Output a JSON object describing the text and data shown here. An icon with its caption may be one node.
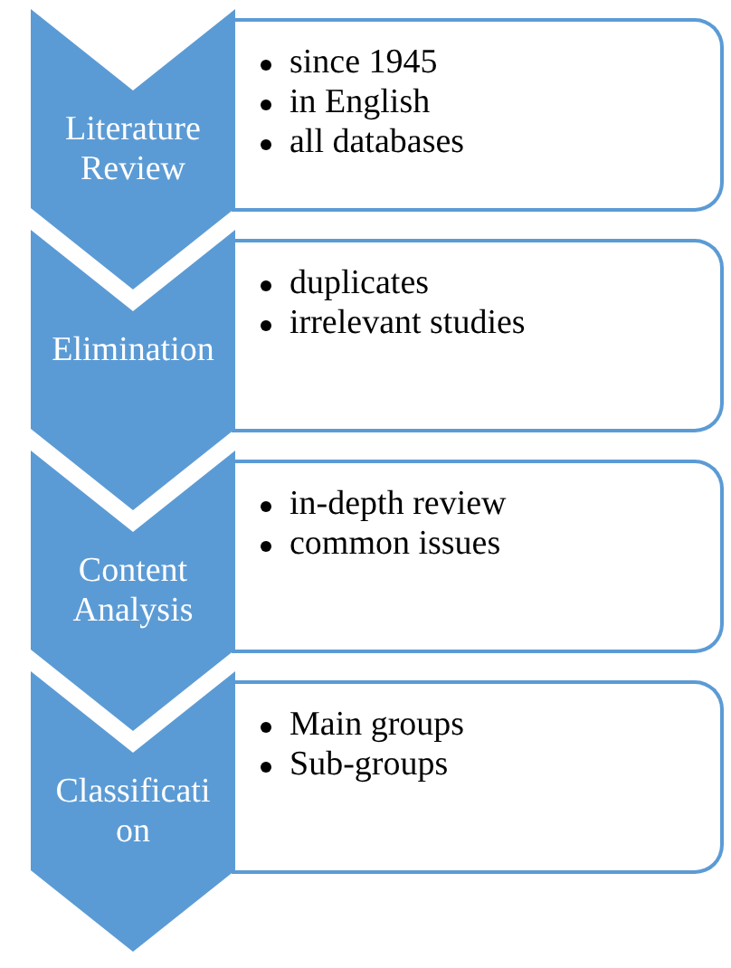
{
  "diagram": {
    "nodes": [
      {
        "text": [
          "Literature Review"
        ]
      },
      {
        "text": [
          "since 1945",
          "in English",
          "all databases"
        ]
      },
      {
        "text": [
          "Elimination"
        ]
      },
      {
        "text": [
          "duplicates",
          "irrelevant studies"
        ]
      },
      {
        "text": [
          "Content Analysis"
        ]
      },
      {
        "text": [
          "in-depth review",
          "common issues"
        ]
      },
      {
        "text": [
          "Classificati on"
        ]
      },
      {
        "text": [
          "Main groups",
          "Sub-groups"
        ]
      }
    ]
  }
}
